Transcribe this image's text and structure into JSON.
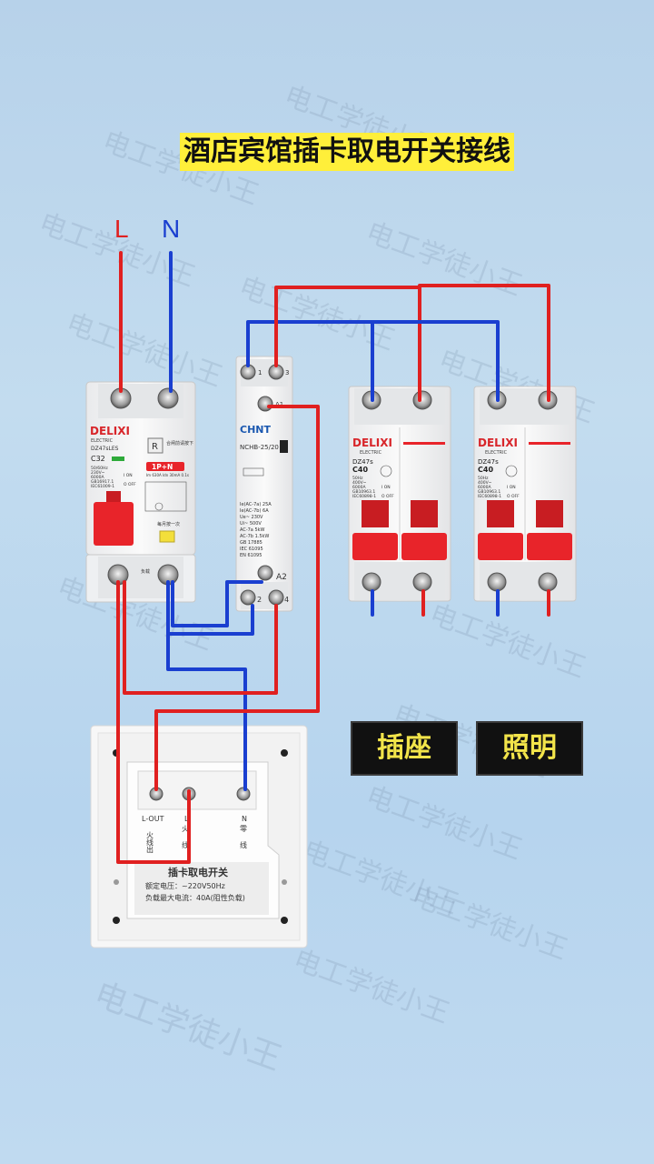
{
  "title": "酒店宾馆插卡取电开关接线",
  "watermark": "电工学徒小王",
  "lines": {
    "l": "L",
    "n": "N"
  },
  "colors": {
    "live": "#e02020",
    "neutral": "#1a3fd0",
    "title_bg": "#ffef3a",
    "tag_bg": "#111111",
    "tag_text": "#f2e44a",
    "breaker_handle": "#e8242a"
  },
  "rcbo": {
    "brand": "DELIXI",
    "sub": "ELECTRIC",
    "model": "DZ47sLES",
    "rating": "C32",
    "spec1": "50/60Hz",
    "spec2": "230V~",
    "spec3": "6000A",
    "std": "GB16917.1",
    "iec": "IEC61009-1",
    "reset": "合闸前请按下",
    "pole": "1P+N",
    "test_note": "每月按一次",
    "load_label": "负载",
    "on": "I ON",
    "off": "O OFF",
    "r_label": "R",
    "trip": "Im 630A  Idn 30mA 0.1s"
  },
  "contactor": {
    "brand": "CHNT",
    "model": "NCHB-25/20",
    "specs": [
      "Ie(AC-7a) 25A",
      "Ie(AC-7b) 6A",
      "Ue~ 230V",
      "Ui~ 500V",
      "AC-7a 5kW",
      "AC-7b 1.5kW",
      "GB 17885",
      "IEC 61095",
      "EN 61095"
    ],
    "t1": "1",
    "t3": "3",
    "a1": "A1",
    "a2": "A2",
    "t2": "2",
    "t4": "4"
  },
  "mcb": {
    "brand": "DELIXI",
    "sub": "ELECTRIC",
    "model": "DZ47s",
    "rating": "C40",
    "spec1": "50Hz",
    "spec2": "400V~",
    "spec3": "6000A",
    "std": "GB10963.1",
    "iec": "IEC60898-1",
    "on": "I ON",
    "off": "O OFF"
  },
  "switch": {
    "name": "插卡取电开关",
    "rated_voltage": "额定电压：~220V50Hz",
    "max_current": "负载最大电流：40A(阻性负载)",
    "lout": "L-OUT",
    "lout_cn": "火线出",
    "l": "L",
    "l_cn1": "火",
    "l_cn2": "线",
    "n": "N",
    "n_cn1": "零",
    "n_cn2": "线"
  },
  "tags": {
    "socket": "插座",
    "lighting": "照明"
  }
}
